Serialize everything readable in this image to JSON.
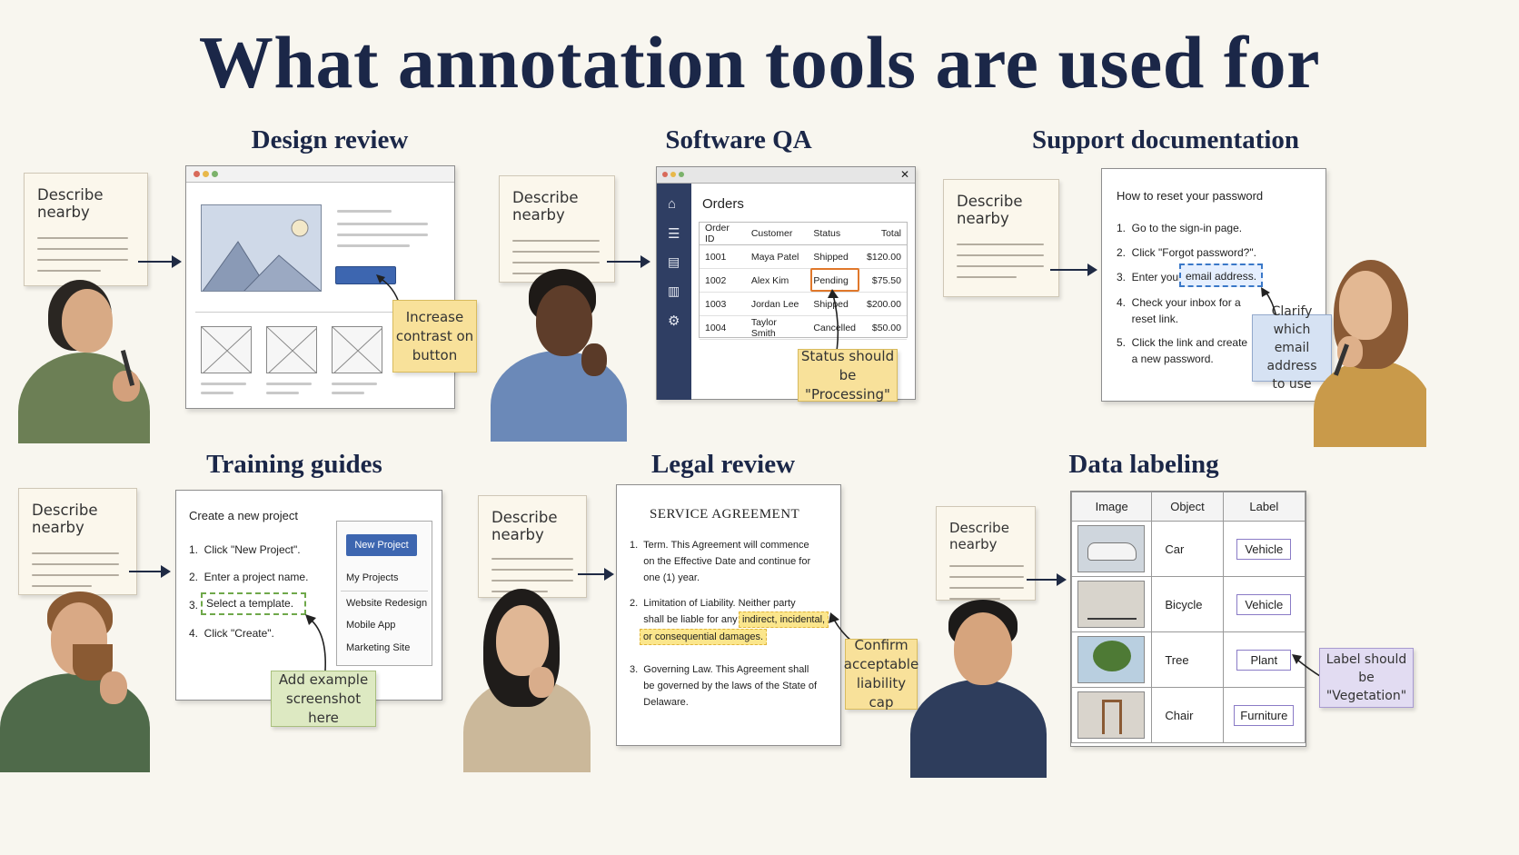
{
  "title": "What annotation tools are used for",
  "note_label": "Describe nearby",
  "panels": {
    "design": {
      "title": "Design review",
      "callout": "Increase\ncontrast on\nbutton"
    },
    "qa": {
      "title": "Software QA",
      "window_title": "Orders",
      "close_glyph": "✕",
      "columns": [
        "Order ID",
        "Customer",
        "Status",
        "Total"
      ],
      "rows": [
        [
          "1001",
          "Maya Patel",
          "Shipped",
          "$120.00"
        ],
        [
          "1002",
          "Alex Kim",
          "Pending",
          "$75.50"
        ],
        [
          "1003",
          "Jordan Lee",
          "Shipped",
          "$200.00"
        ],
        [
          "1004",
          "Taylor Smith",
          "Cancelled",
          "$50.00"
        ]
      ],
      "callout": "Status should\nbe \"Processing\""
    },
    "support": {
      "title": "Support documentation",
      "doc_title": "How to reset your password",
      "steps": [
        "1.  Go to the sign-in page.",
        "2.  Click \"Forgot password?\".",
        "3.  Enter your",
        "4.  Check your inbox for a\n     reset link.",
        "5.  Click the link and create\n     a new password."
      ],
      "highlight": "email address.",
      "callout": "Clarify which\nemail address\nto use"
    },
    "training": {
      "title": "Training guides",
      "doc_title": "Create a new project",
      "steps": [
        "1.  Click \"New Project\".",
        "2.  Enter a project name.",
        "3.",
        "4.  Click \"Create\"."
      ],
      "highlight": "Select a template.",
      "side_button": "New Project",
      "side_items": [
        "My Projects",
        "Website Redesign",
        "Mobile App",
        "Marketing Site"
      ],
      "callout": "Add example\nscreenshot here"
    },
    "legal": {
      "title": "Legal review",
      "doc_title": "SERVICE AGREEMENT",
      "clause1": "1.  Term. This Agreement will commence\n     on the Effective Date and continue for\n     one (1) year.",
      "clause2_a": "2.  Limitation of Liability. Neither party\n     shall be liable for any",
      "clause2_hl1": "indirect, incidental,",
      "clause2_hl2": "or consequential damages.",
      "clause3": "3.  Governing Law. This Agreement shall\n     be governed by the laws of the State of\n     Delaware.",
      "callout": "Confirm\nacceptable\nliability cap"
    },
    "labeling": {
      "title": "Data labeling",
      "columns": [
        "Image",
        "Object",
        "Label"
      ],
      "rows": [
        {
          "object": "Car",
          "label": "Vehicle"
        },
        {
          "object": "Bicycle",
          "label": "Vehicle"
        },
        {
          "object": "Tree",
          "label": "Plant"
        },
        {
          "object": "Chair",
          "label": "Furniture"
        }
      ],
      "callout": "Label should\nbe \"Vegetation\""
    }
  },
  "colors": {
    "navy": "#1b2748",
    "sticky_yellow": "#f8e19a",
    "sticky_green": "#dde9c2",
    "sticky_blue": "#d6e2f3",
    "sticky_purple": "#e2dcf2",
    "sidebar": "#2f3e63",
    "pending_border": "#e0782b"
  }
}
